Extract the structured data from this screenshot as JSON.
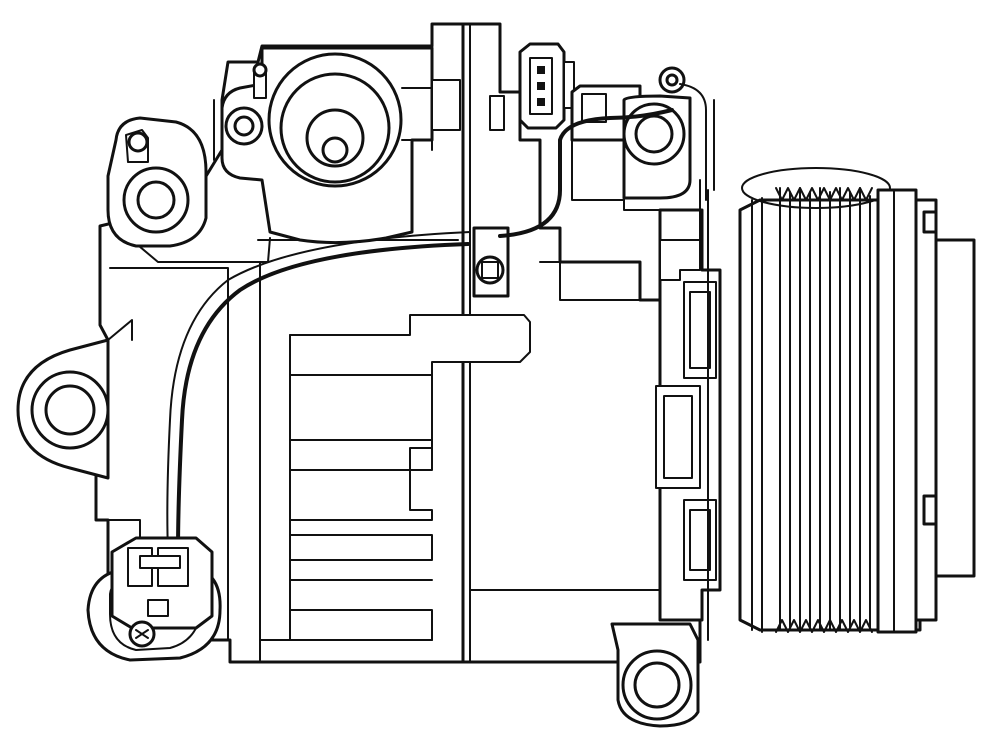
{
  "drawing": {
    "subject": "automotive-ac-compressor",
    "style": "black line art on white",
    "colors": {
      "line": "#111111",
      "background": "#ffffff"
    },
    "components": [
      "compressor-housing",
      "discharge-port-flange",
      "suction-port-flange",
      "rear-mounting-ear",
      "front-mounting-ear",
      "pressure-control-valve-connector",
      "clutch-coil-connector",
      "clutch-harness-wire",
      "sensor-lead-wire",
      "clutch-pulley",
      "clutch-hub-plate"
    ]
  }
}
